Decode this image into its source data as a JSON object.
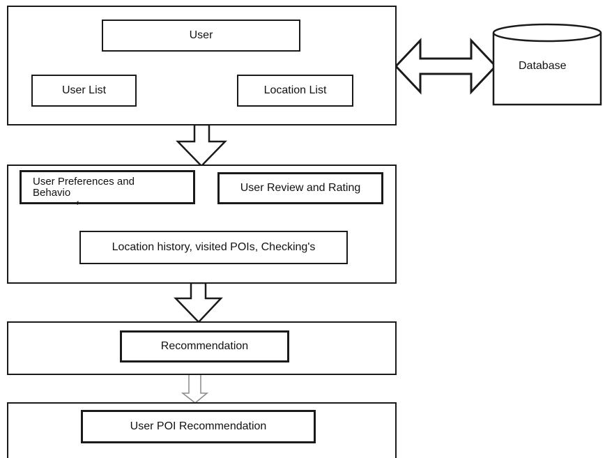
{
  "panel_user": {
    "user_label": "User",
    "user_list_label": "User List",
    "location_list_label": "Location List"
  },
  "database": {
    "label": "Database"
  },
  "panel_data": {
    "preferences_label": "User Preferences and Behavio",
    "preferences_mark": "r",
    "review_label": "User Review and Rating",
    "history_label": "Location history, visited POIs, Checking's"
  },
  "panel_recommendation": {
    "label": "Recommendation"
  },
  "panel_output": {
    "label": "User POI Recommendation"
  }
}
